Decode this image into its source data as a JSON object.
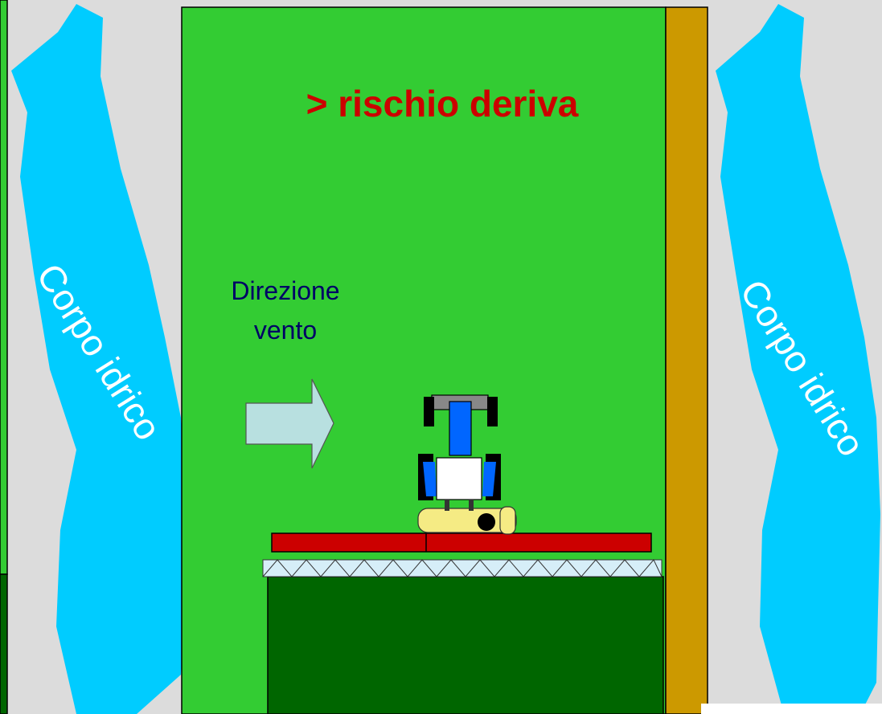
{
  "title": "> rischio deriva",
  "wind_label_line1": "Direzione",
  "wind_label_line2": "vento",
  "water_body_left": "Corpo idrico",
  "water_body_right": "Corpo idrico",
  "colors": {
    "background": "#dcdcdc",
    "field": "#33cc33",
    "sprayed_area": "#006600",
    "water": "#00ccff",
    "hedge": "#cc9900",
    "title": "#cc0000",
    "wind_text": "#000066",
    "wind_arrow": "#b8e0e0",
    "boom": "#cc0000",
    "tank": "#f5eb84",
    "tractor_blue": "#0066ff",
    "nozzle_spray": "#d6eef8"
  }
}
